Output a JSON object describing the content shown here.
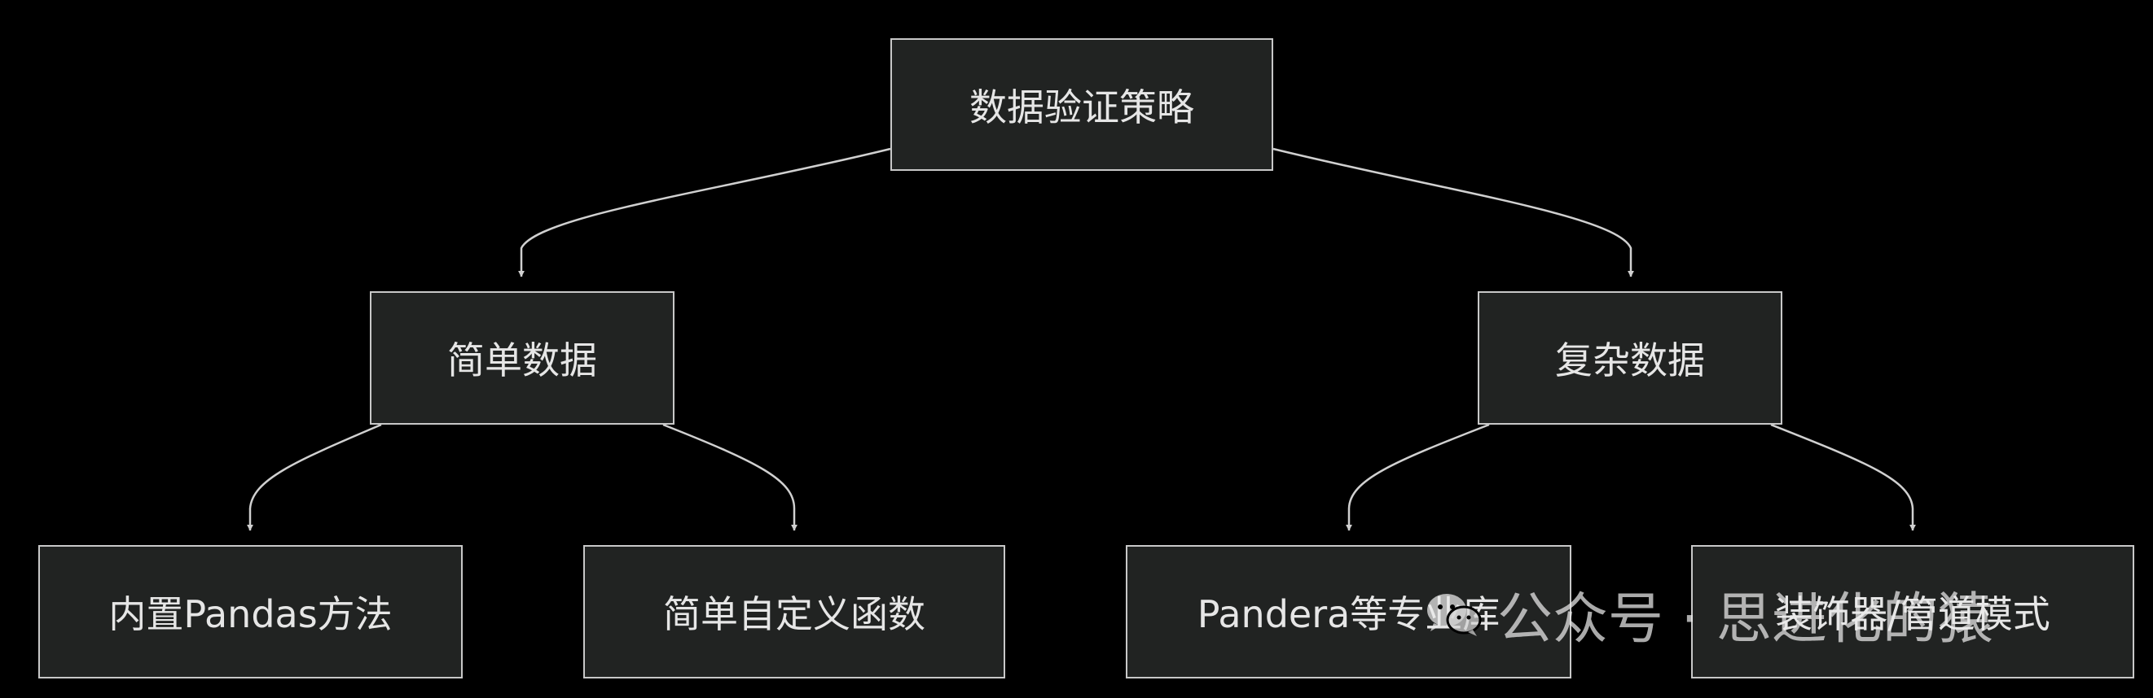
{
  "diagram": {
    "nodes": {
      "root": "数据验证策略",
      "simple": "简单数据",
      "complex": "复杂数据",
      "simple_builtin": "内置Pandas方法",
      "simple_custom": "简单自定义函数",
      "complex_pandera": "Pandera等专业库",
      "complex_decorator": "装饰器/管道模式"
    },
    "edges": [
      [
        "root",
        "simple"
      ],
      [
        "root",
        "complex"
      ],
      [
        "simple",
        "simple_builtin"
      ],
      [
        "simple",
        "simple_custom"
      ],
      [
        "complex",
        "complex_pandera"
      ],
      [
        "complex",
        "complex_decorator"
      ]
    ],
    "colors": {
      "background": "#000000",
      "node_fill": "#212322",
      "node_border": "#c8c8c8",
      "text": "#e6e6e6",
      "edge": "#d0d0d0"
    }
  },
  "watermark": {
    "text": "公众号 · 思进化的猿",
    "icon": "wechat-icon"
  }
}
